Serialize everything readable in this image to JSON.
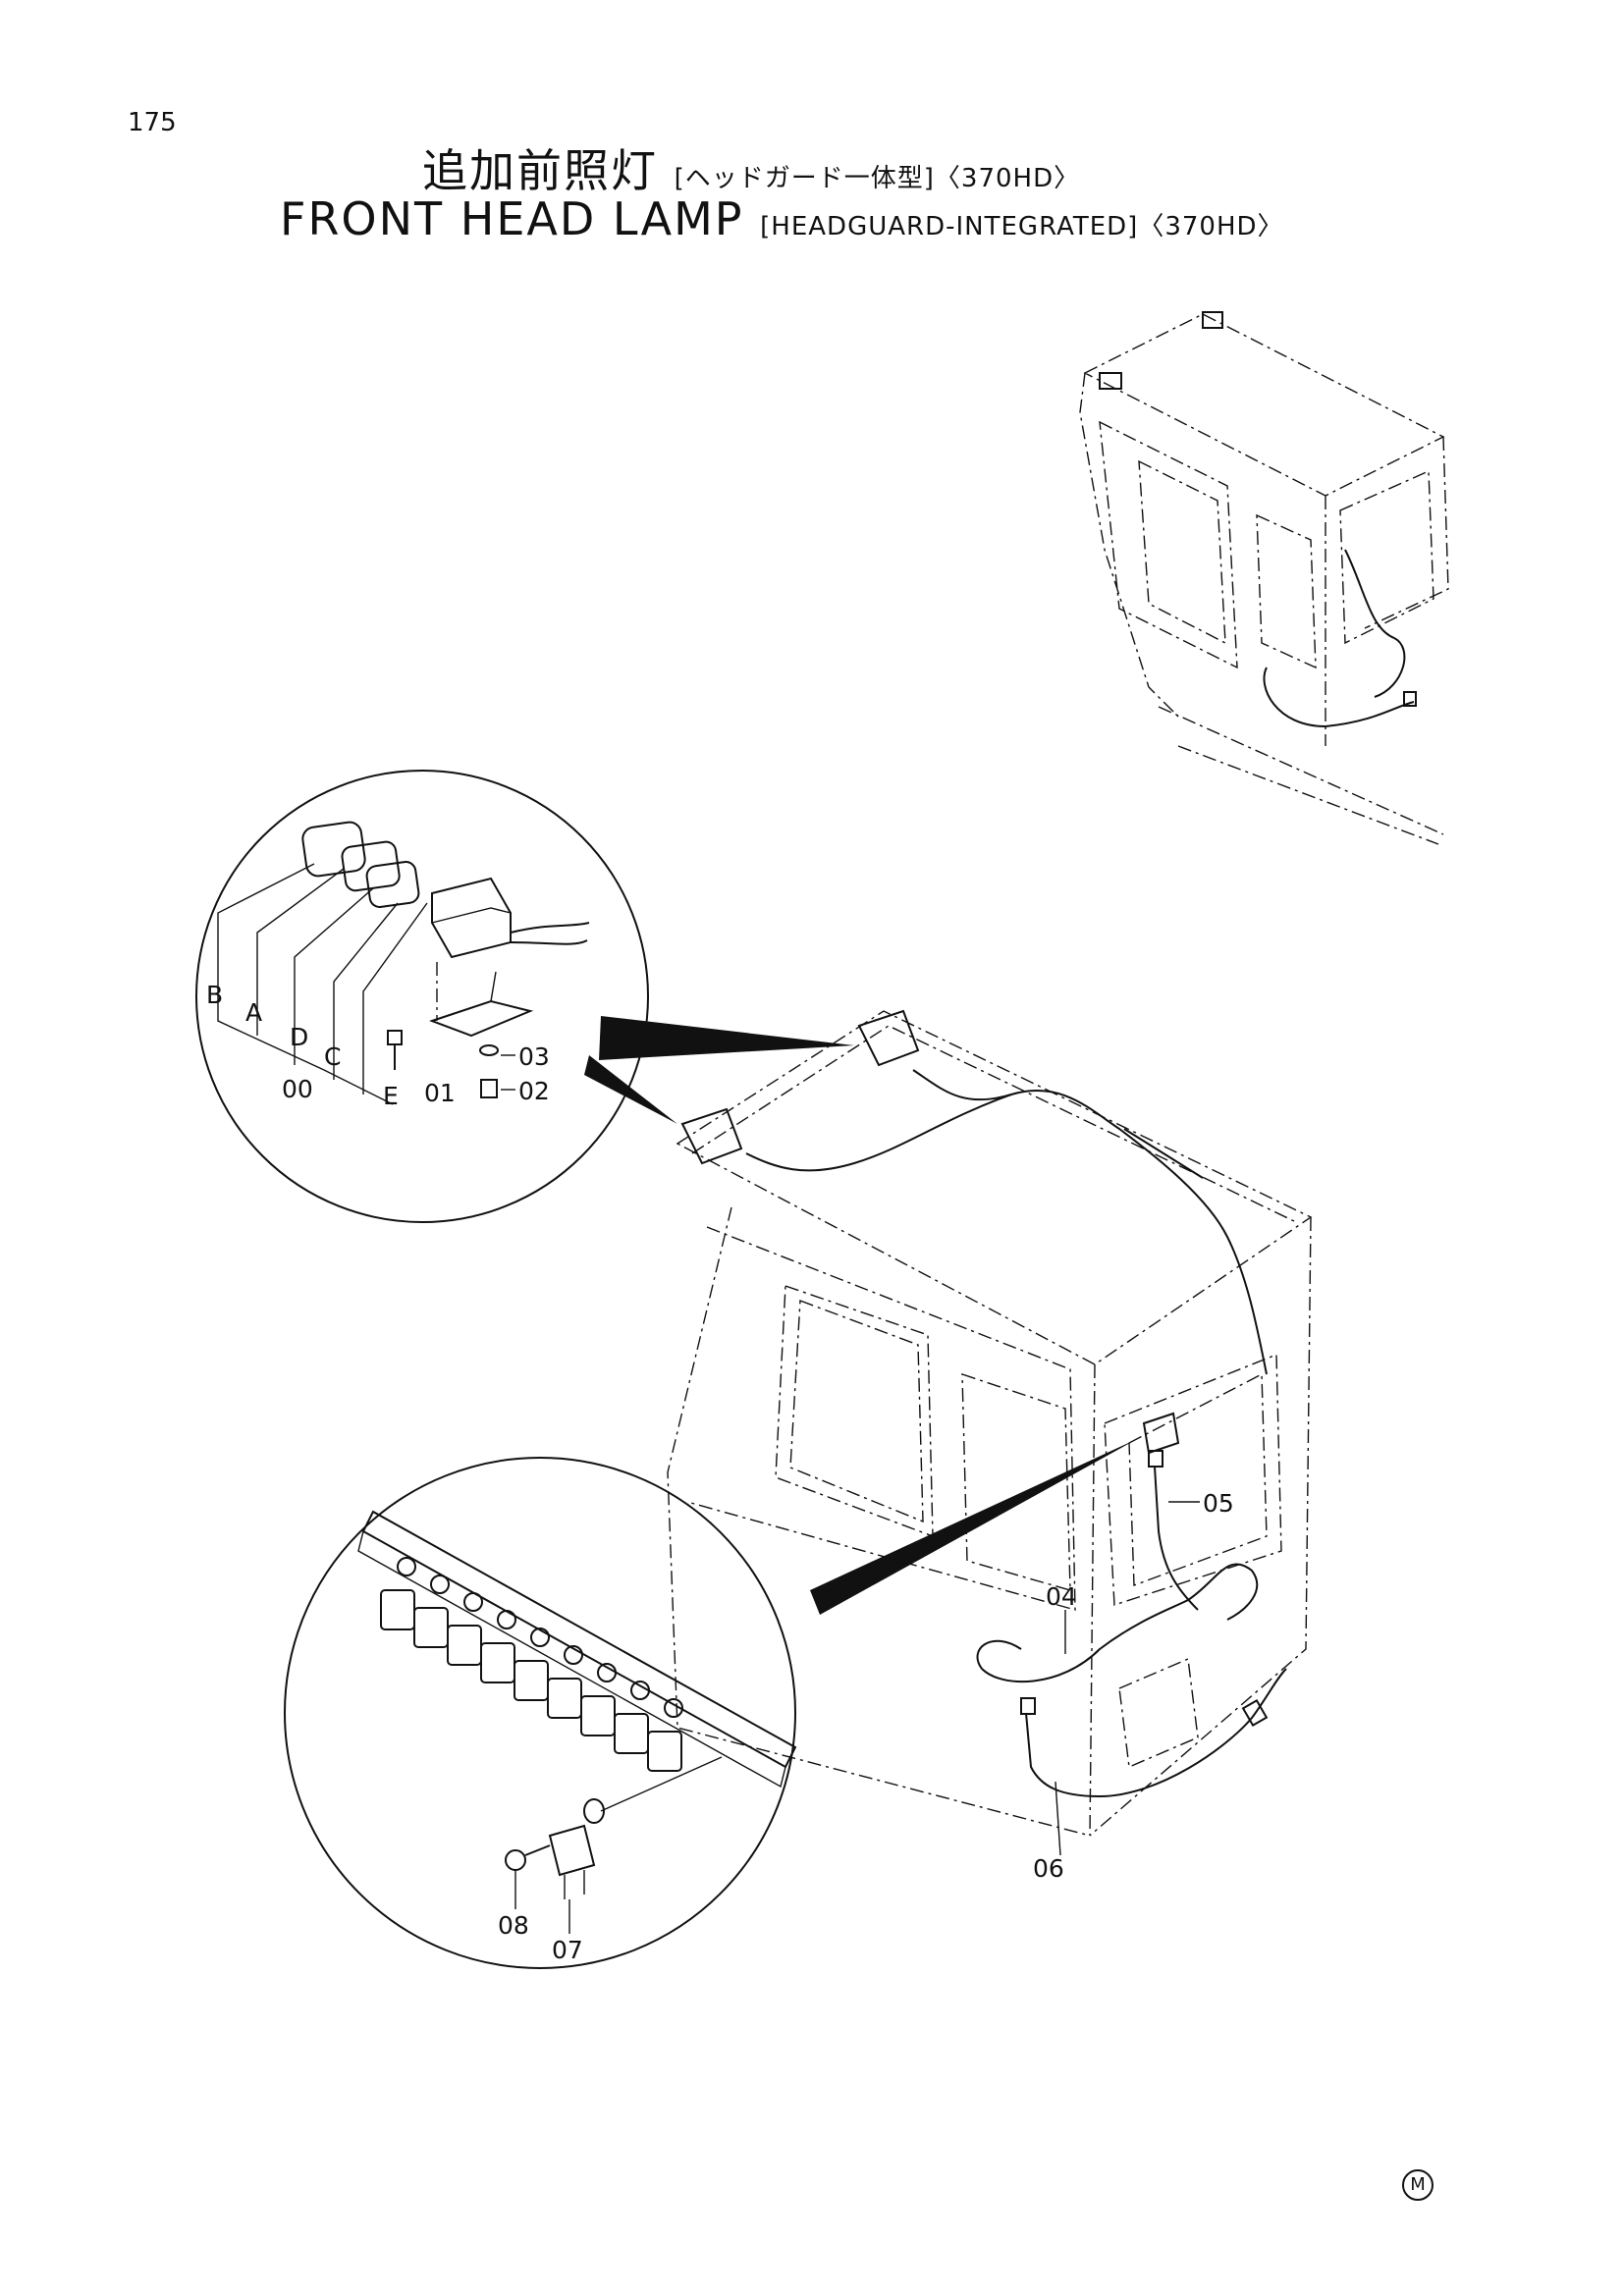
{
  "page_number": "175",
  "title": {
    "jp_main": "追加前照灯",
    "jp_sub": "[ヘッドガード一体型]〈370HD〉",
    "en_main": "FRONT HEAD LAMP",
    "en_sub": "[HEADGUARD-INTEGRATED]〈370HD〉"
  },
  "lamp_detail_labels": [
    "B",
    "A",
    "D",
    "C",
    "00",
    "E",
    "01",
    "03",
    "02"
  ],
  "cab_labels": [
    "05",
    "04",
    "06"
  ],
  "relay_detail_labels": [
    "08",
    "07"
  ],
  "corner_mark": "M"
}
